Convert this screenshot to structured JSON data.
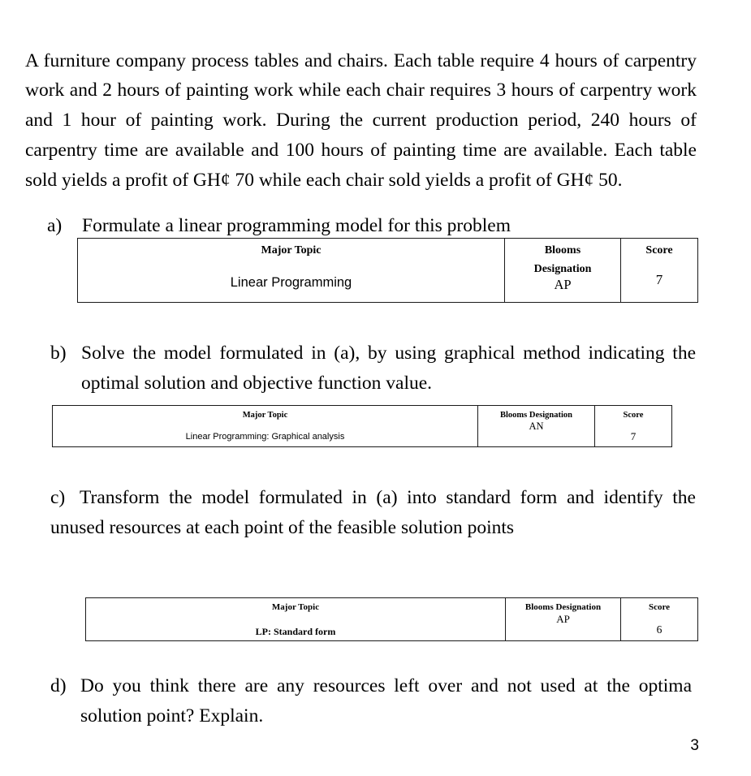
{
  "document": {
    "intro_paragraph": "A furniture company process tables and chairs. Each table require 4 hours of carpentry work and 2 hours of painting work while each chair requires 3 hours of carpentry work and 1 hour of painting work. During the current production period, 240 hours of carpentry time are available and 100 hours of painting time are available. Each table sold yields a profit of GH¢ 70 while each chair sold yields a profit of GH¢ 50.",
    "page_number": "3",
    "table_headers": {
      "major_topic": "Major Topic",
      "blooms_designation_two_line_first": "Blooms",
      "blooms_designation_two_line_second": "Designation",
      "blooms_designation": "Blooms Designation",
      "score": "Score"
    },
    "questions": [
      {
        "marker": "a)",
        "text": "Formulate a linear programming model for this problem",
        "rubric": {
          "major_topic": "Linear Programming",
          "blooms_designation": "AP",
          "score": "7"
        }
      },
      {
        "marker": "b)",
        "text": "Solve the model formulated in (a), by using graphical method indicating the optimal solution and objective function value.",
        "rubric": {
          "major_topic": "Linear Programming: Graphical analysis",
          "blooms_designation": "AN",
          "score": "7"
        }
      },
      {
        "marker": "c)",
        "text": "Transform the model formulated in (a) into standard form and identify the unused resources at each point of the feasible solution points",
        "rubric": {
          "major_topic": "LP: Standard form",
          "blooms_designation": "AP",
          "score": "6"
        }
      },
      {
        "marker": "d)",
        "text": "Do you think there are any resources left over and not used at the optima solution point? Explain.",
        "rubric": null
      }
    ]
  }
}
